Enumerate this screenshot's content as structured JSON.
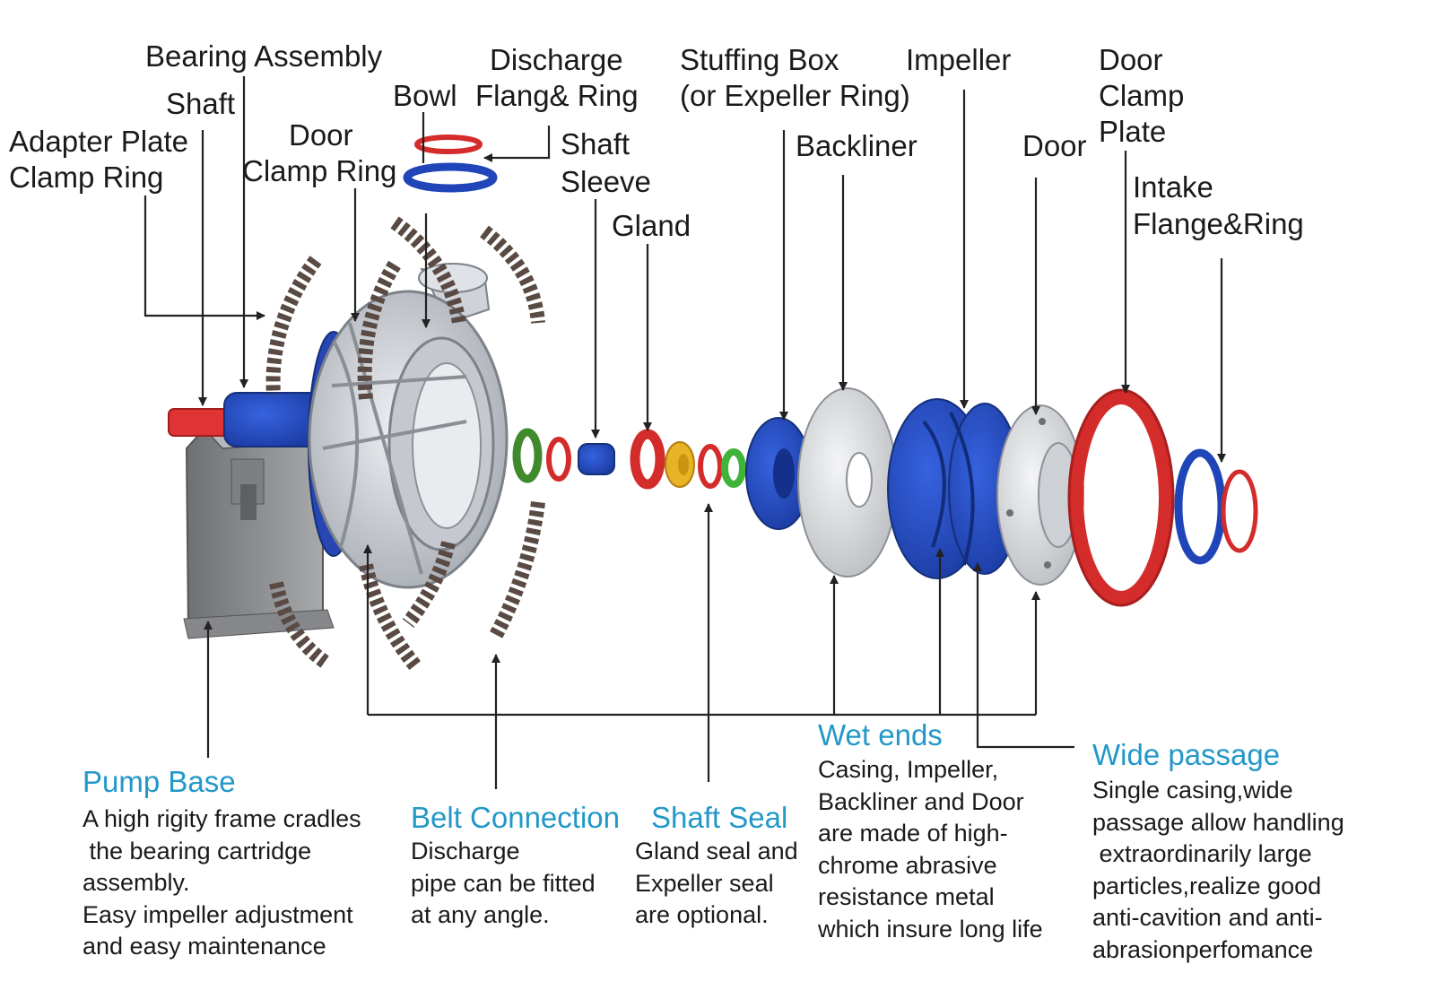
{
  "labels": {
    "adapter_plate": "Adapter Plate",
    "clamp_ring": "Clamp Ring",
    "bearing_assembly": "Bearing Assembly",
    "shaft": "Shaft",
    "door_clamp_ring_1": "Door",
    "door_clamp_ring_2": "Clamp Ring",
    "bowl": "Bowl",
    "discharge_1": "Discharge",
    "discharge_2": "Flang& Ring",
    "shaft_sleeve_1": "Shaft",
    "shaft_sleeve_2": "Sleeve",
    "gland": "Gland",
    "stuffing_box_1": "Stuffing Box",
    "stuffing_box_2": "(or Expeller Ring)",
    "backliner": "Backliner",
    "impeller": "Impeller",
    "door": "Door",
    "door_clamp_plate_1": "Door",
    "door_clamp_plate_2": "Clamp",
    "door_clamp_plate_3": "Plate",
    "intake_1": "Intake",
    "intake_2": "Flange&Ring"
  },
  "sections": {
    "pump_base": {
      "title": "Pump  Base",
      "lines": [
        "A high rigity frame cradles",
        " the bearing cartridge",
        "assembly.",
        "Easy impeller adjustment",
        "and easy maintenance"
      ]
    },
    "belt_connection": {
      "title": "Belt Connection",
      "lines": [
        "Discharge",
        "pipe can be fitted",
        "at any angle."
      ]
    },
    "shaft_seal": {
      "title": "Shaft Seal",
      "lines": [
        "Gland seal and",
        "Expeller seal",
        "are optional."
      ]
    },
    "wet_ends": {
      "title": "Wet ends",
      "lines": [
        "Casing, Impeller,",
        "Backliner and Door",
        "are made of high-",
        "chrome abrasive",
        "resistance metal",
        "which insure long life"
      ]
    },
    "wide_passage": {
      "title": "Wide passage",
      "lines": [
        "Single casing,wide",
        "passage allow handling",
        " extraordinarily large",
        "particles,realize good",
        "anti-cavition and anti-",
        "abrasionperfomance"
      ]
    }
  },
  "colors": {
    "red": "#d42b2b",
    "blue": "#1f45b8",
    "green": "#3f8a2c",
    "yellow": "#e8b325",
    "grey": "#9fa2a5",
    "title": "#2298c8",
    "line": "#333333"
  }
}
